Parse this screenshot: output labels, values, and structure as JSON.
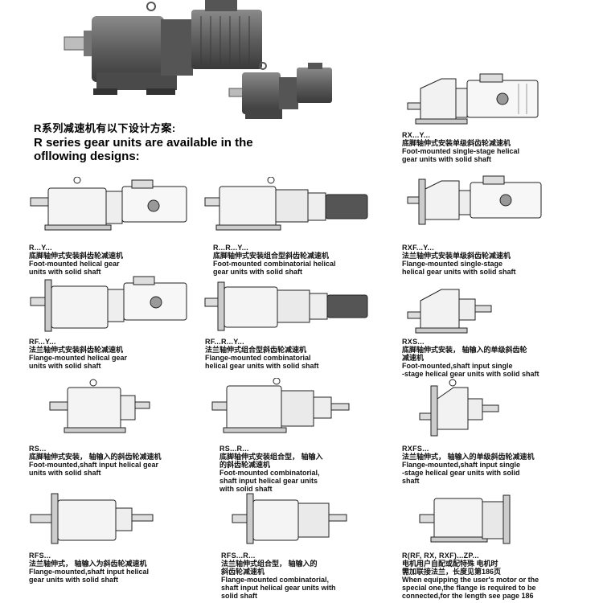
{
  "heading": {
    "cn": "R系列减速机有以下设计方案:",
    "en_line1": "R series gear units are  available in the",
    "en_line2": "ofllowing designs:"
  },
  "units": [
    {
      "id": "rxy",
      "code": "RX...Y...",
      "cn": [
        "底脚轴伸式安装单级斜齿轮减速机"
      ],
      "en": [
        "Foot-mounted single-stage helical",
        "gear units with solid shaft"
      ]
    },
    {
      "id": "ry",
      "code": "R...Y...",
      "cn": [
        "底脚轴伸式安装斜齿轮减速机"
      ],
      "en": [
        "Foot-mounted helical gear",
        "units with solid shaft"
      ]
    },
    {
      "id": "rry",
      "code": "R...R...Y...",
      "cn": [
        "底脚轴伸式安装组合型斜齿轮减速机"
      ],
      "en": [
        "Foot-mounted combinatorial helical",
        "gear units with solid shaft"
      ]
    },
    {
      "id": "rxfy",
      "code": "RXF...Y...",
      "cn": [
        "法兰轴伸式安装单级斜齿轮减速机"
      ],
      "en": [
        "Flange-mounted single-stage",
        "helical gear units with solid shaft"
      ]
    },
    {
      "id": "rfy",
      "code": "RF...Y...",
      "cn": [
        "法兰轴伸式安装斜齿轮减速机"
      ],
      "en": [
        "Flange-mounted helical gear",
        "units with solid shaft"
      ]
    },
    {
      "id": "rfry",
      "code": "RF...R...Y...",
      "cn": [
        "法兰轴伸式组合型斜齿轮减速机"
      ],
      "en": [
        "Flange-mounted combinatorial",
        "helical gear units with solid shaft"
      ]
    },
    {
      "id": "rxs",
      "code": "RXS...",
      "cn": [
        "底脚轴伸式安装，  轴输入的单级斜齿轮",
        "减速机"
      ],
      "en": [
        "Foot-mounted,shaft input single",
        "-stage helical gear units with solid shaft"
      ]
    },
    {
      "id": "rs",
      "code": "RS...",
      "cn": [
        "底脚轴伸式安装，  轴输入的斜齿轮减速机"
      ],
      "en": [
        "Foot-mounted,shaft input helical gear",
        "units with solid shaft"
      ]
    },
    {
      "id": "rsr",
      "code": "RS...R...",
      "cn": [
        "底脚轴伸式安装组合型，  轴输入",
        "的斜齿轮减速机"
      ],
      "en": [
        "Foot-mounted combinatorial,",
        "shaft input helical gear units",
        "with solid shaft"
      ]
    },
    {
      "id": "rxfs",
      "code": "RXFS...",
      "cn": [
        "法兰轴伸式，  轴输入的单级斜齿轮减速机"
      ],
      "en": [
        "Flange-mounted,shaft input single",
        "-stage helical gear units with solid",
        "shaft"
      ]
    },
    {
      "id": "rfs",
      "code": "RFS...",
      "cn": [
        "法兰轴伸式，  轴输入为斜齿轮减速机"
      ],
      "en": [
        "Flange-mounted,shaft input helical",
        "gear units with solid shaft"
      ]
    },
    {
      "id": "rfsr",
      "code": "RFS...R...",
      "cn": [
        "法兰轴伸式组合型，  轴输入的",
        "斜齿轮减速机"
      ],
      "en": [
        "Flange-mounted combinatorial,",
        "shaft input helical gear units with",
        "solid shaft"
      ]
    },
    {
      "id": "rzp",
      "code": "R(RF, RX, RXF)...ZP...",
      "cn": [
        "电机用户自配或配特殊 电机时",
        "需加联接法兰，长度见第186页"
      ],
      "en": [
        "When equipping the user's motor or the",
        "special one,the flange is required to be",
        "connected,for the length see page 186"
      ]
    }
  ]
}
